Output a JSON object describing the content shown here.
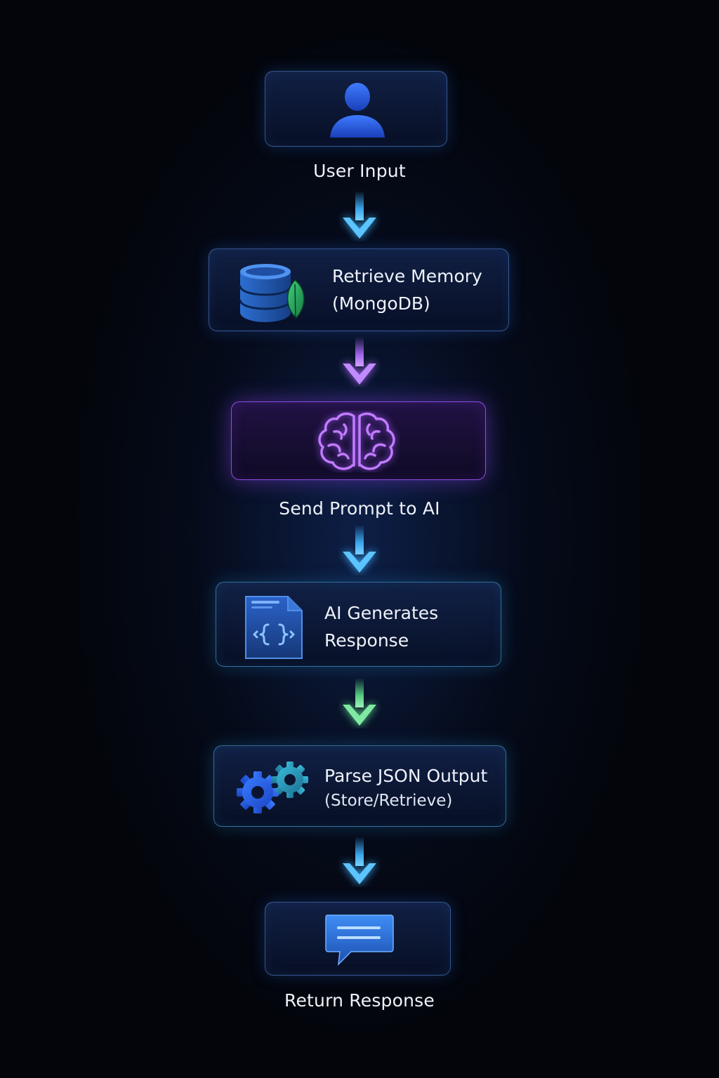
{
  "steps": [
    {
      "id": "user-input",
      "label": "User Input",
      "icon": "user-icon"
    },
    {
      "id": "retrieve-memory",
      "line1": "Retrieve Memory",
      "line2": "(MongoDB)",
      "icon": "database-leaf-icon"
    },
    {
      "id": "send-prompt",
      "label": "Send Prompt to AI",
      "icon": "brain-icon"
    },
    {
      "id": "ai-generates",
      "line1": "AI Generates",
      "line2": "Response",
      "icon": "code-document-icon"
    },
    {
      "id": "parse-json",
      "line1": "Parse JSON Output",
      "line2": "(Store/Retrieve)",
      "icon": "gears-icon"
    },
    {
      "id": "return-response",
      "label": "Return Response",
      "icon": "chat-bubble-icon"
    }
  ],
  "colors": {
    "background": "#03050b",
    "arrow_blue": "#3fb4ff",
    "arrow_purple": "#b06cff",
    "arrow_green": "#5fe08a",
    "accent_purple": "#a05aff"
  }
}
